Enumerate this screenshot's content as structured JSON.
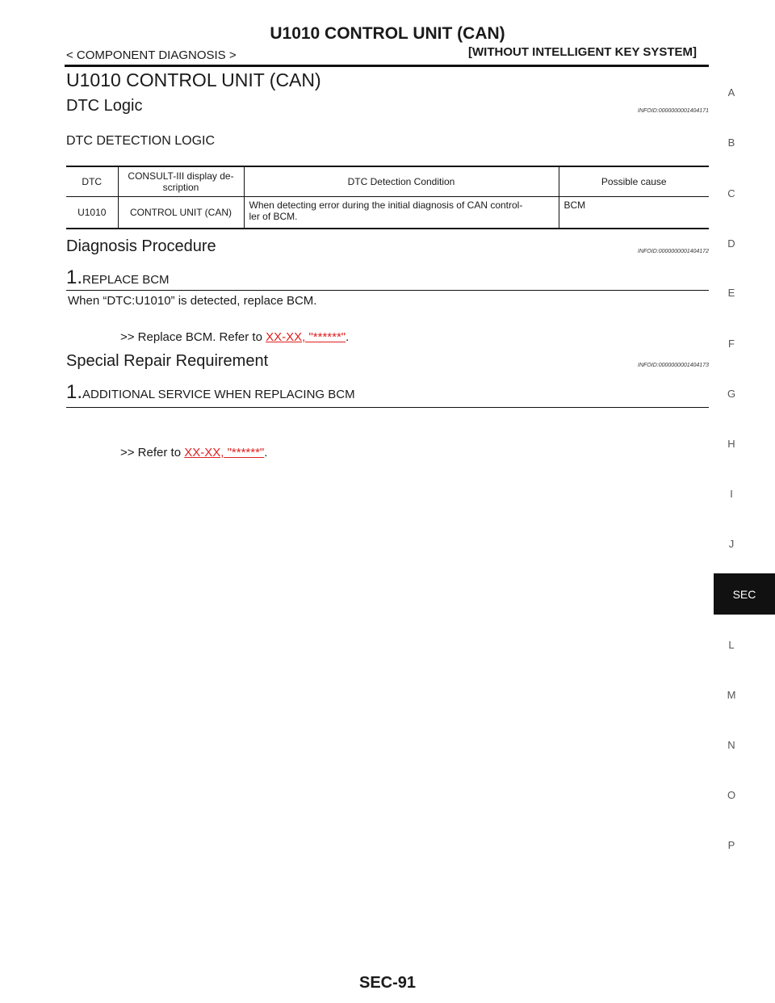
{
  "header": {
    "title": "U1010 CONTROL UNIT (CAN)",
    "left_label": "< COMPONENT DIAGNOSIS >",
    "right_label": "[WITHOUT INTELLIGENT KEY SYSTEM]"
  },
  "page_title": "U1010 CONTROL UNIT (CAN)",
  "dtc_logic": {
    "heading": "DTC Logic",
    "infoid": "INFOID:0000000001404171",
    "subheading": "DTC DETECTION LOGIC",
    "table": {
      "headers": [
        "DTC",
        "CONSULT-III display de-\nscription",
        "DTC Detection Condition",
        "Possible cause"
      ],
      "row": {
        "dtc": "U1010",
        "display": "CONTROL UNIT (CAN)",
        "condition": "When detecting error during the initial diagnosis of CAN control-\nler of BCM.",
        "cause": "BCM"
      }
    }
  },
  "diagnosis": {
    "heading": "Diagnosis Procedure",
    "infoid": "INFOID:0000000001404172",
    "step_number": "1.",
    "step_title": "REPLACE BCM",
    "body": "When “DTC:U1010” is detected, replace BCM.",
    "result_prefix": ">> Replace BCM. Refer to ",
    "result_link": "XX-XX, \"******\"",
    "result_suffix": "."
  },
  "special_repair": {
    "heading": "Special Repair Requirement",
    "infoid": "INFOID:0000000001404173",
    "step_number": "1.",
    "step_title": "ADDITIONAL SERVICE WHEN REPLACING BCM",
    "result_prefix": ">> Refer to ",
    "result_link": "XX-XX, \"******\"",
    "result_suffix": "."
  },
  "section_tabs": [
    "A",
    "B",
    "C",
    "D",
    "E",
    "F",
    "G",
    "H",
    "I",
    "J"
  ],
  "active_tab": "SEC",
  "section_tabs_after": [
    "L",
    "M",
    "N",
    "O",
    "P"
  ],
  "page_number": "SEC-91",
  "colors": {
    "link": "#e02020",
    "active_tab_bg": "#111111"
  }
}
